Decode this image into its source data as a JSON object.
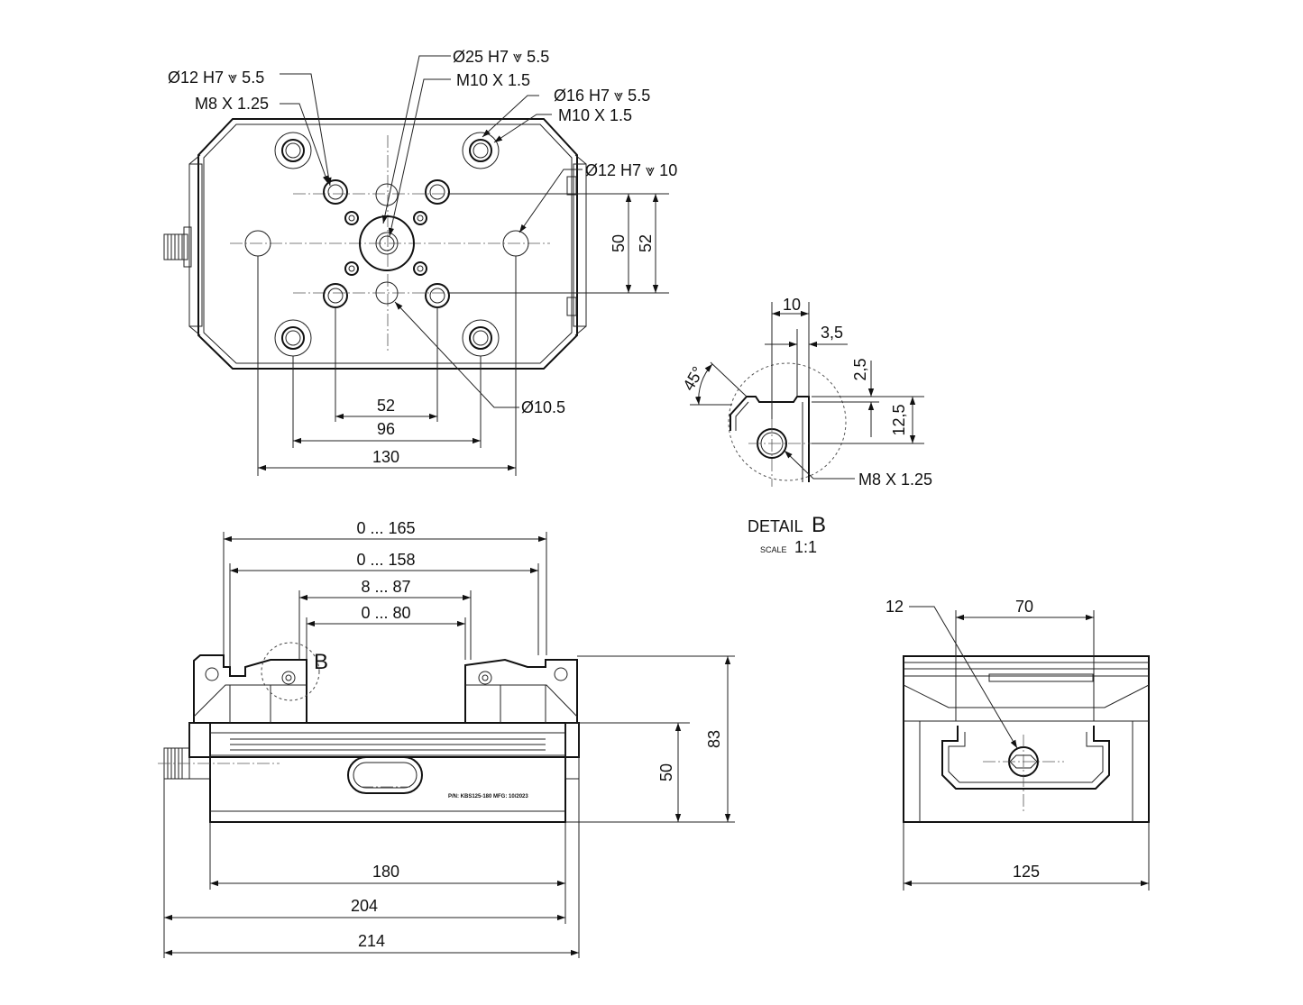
{
  "top_view": {
    "callouts": {
      "c1": "Ø12 H7 ⩔ 5.5",
      "c2": "M8 X 1.25",
      "c3": "Ø25 H7 ⩔ 5.5",
      "c4": "M10 X 1.5",
      "c5": "Ø16 H7 ⩔ 5.5",
      "c6": "M10 X 1.5",
      "c7": "Ø12 H7 ⩔ 10",
      "c8": "Ø10.5"
    },
    "dims": {
      "d52h": "52",
      "d96": "96",
      "d130": "130",
      "d50v": "50",
      "d52v": "52"
    }
  },
  "detail_b": {
    "title_word": "DETAIL",
    "title_letter": "B",
    "scale_word": "SCALE",
    "scale_value": "1:1",
    "dims": {
      "d10": "10",
      "d35": "3,5",
      "d25": "2,5",
      "d125": "12,5",
      "angle": "45°",
      "thread": "M8 X 1.25"
    }
  },
  "front_view": {
    "marker": "B",
    "plate_text": "P/N: KBS125-180   MFG: 10/2023",
    "dims": {
      "d0165": "0 ... 165",
      "d0158": "0 ... 158",
      "d887": "8 ... 87",
      "d080": "0 ... 80",
      "d83": "83",
      "d50": "50",
      "d180": "180",
      "d204": "204",
      "d214": "214"
    }
  },
  "side_view": {
    "dims": {
      "d12": "12",
      "d70": "70",
      "d125": "125"
    }
  }
}
